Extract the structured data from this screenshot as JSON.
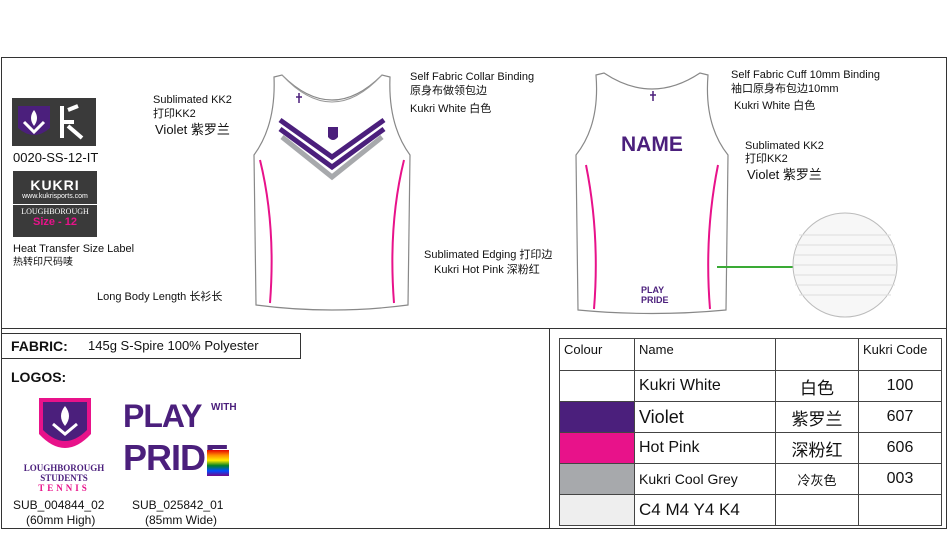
{
  "code": "0020-SS-12-IT",
  "size_label": {
    "brand": "KUKRI",
    "url": "www.kukrisports.com",
    "team": "LOUGHBOROUGH",
    "size": "Size - 12",
    "caption_en": "Heat Transfer Size Label",
    "caption_cn": "热转印尺码唛"
  },
  "front": {
    "sublimated_line1": "Sublimated KK2",
    "sublimated_line2": "打印KK2",
    "violet": "Violet   紫罗兰",
    "long_body": "Long Body Length  长衫长",
    "collar_en": "Self Fabric Collar Binding",
    "collar_cn": "原身布做领包边",
    "collar_colour": "Kukri White  白色",
    "edging_en": "Sublimated Edging  打印边",
    "edging_colour": "Kukri Hot Pink  深粉红"
  },
  "back": {
    "cuff_en": "Self Fabric Cuff 10mm Binding",
    "cuff_cn": "袖口原身布包边10mm",
    "cuff_colour": "Kukri White  白色",
    "sublimated_line1": "Sublimated KK2",
    "sublimated_line2": "打印KK2",
    "violet": "Violet   紫罗兰",
    "name": "NAME",
    "logo_line1": "PLAY",
    "logo_line2": "PRIDE"
  },
  "fabric": {
    "label": "FABRIC:",
    "value": "145g S-Spire 100% Polyester"
  },
  "logos": {
    "label": "LOGOS:",
    "items": [
      {
        "title1": "LOUGHBOROUGH",
        "title2": "STUDENTS",
        "title3": "TENNIS",
        "code": "SUB_004844_02",
        "size": "(60mm High)"
      },
      {
        "play": "PLAY",
        "with": "WITH",
        "pride": "PRIDE",
        "code": "SUB_025842_01",
        "size": "(85mm Wide)"
      }
    ]
  },
  "colour_table": {
    "headers": [
      "Colour",
      "Name",
      "",
      "Kukri Code"
    ],
    "rows": [
      {
        "swatch": "#ffffff",
        "name": "Kukri White",
        "cn": "白色",
        "code": "100"
      },
      {
        "swatch": "#4b1f7c",
        "name": "Violet",
        "cn": "紫罗兰",
        "code": "607"
      },
      {
        "swatch": "#e8128a",
        "name": "Hot Pink",
        "cn": "深粉红",
        "code": "606"
      },
      {
        "swatch": "#a7a9ac",
        "name": "Kukri Cool Grey",
        "cn": "冷灰色",
        "code": "003"
      },
      {
        "swatch": "#eeeeee",
        "name": "C4 M4 Y4 K4",
        "cn": "",
        "code": ""
      }
    ]
  },
  "colors": {
    "violet": "#4b1f7c",
    "hotpink": "#e8128a",
    "grey": "#a7a9ac",
    "green": "#3aaa35"
  }
}
